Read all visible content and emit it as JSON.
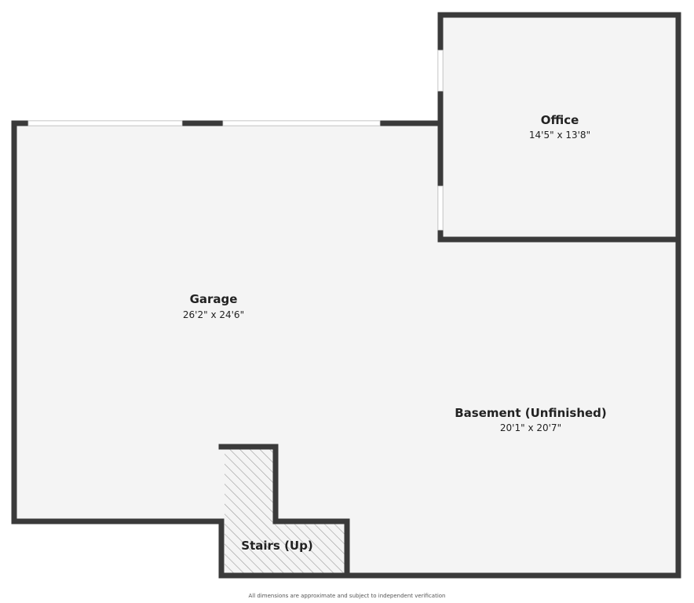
{
  "rooms": {
    "office": {
      "name": "Office",
      "dimensions": "14'5\" x 13'8\""
    },
    "garage": {
      "name": "Garage",
      "dimensions": "26'2\" x 24'6\""
    },
    "basement": {
      "name": "Basement (Unfinished)",
      "dimensions": "20'1\" x 20'7\""
    },
    "stairs": {
      "name": "Stairs (Up)"
    }
  },
  "disclaimer": "All dimensions are approximate and subject to independent verification",
  "colors": {
    "wall": "#3a3a3a",
    "floor": "#f4f4f4",
    "window": "#ffffff",
    "hatch": "#9a9a9a"
  }
}
